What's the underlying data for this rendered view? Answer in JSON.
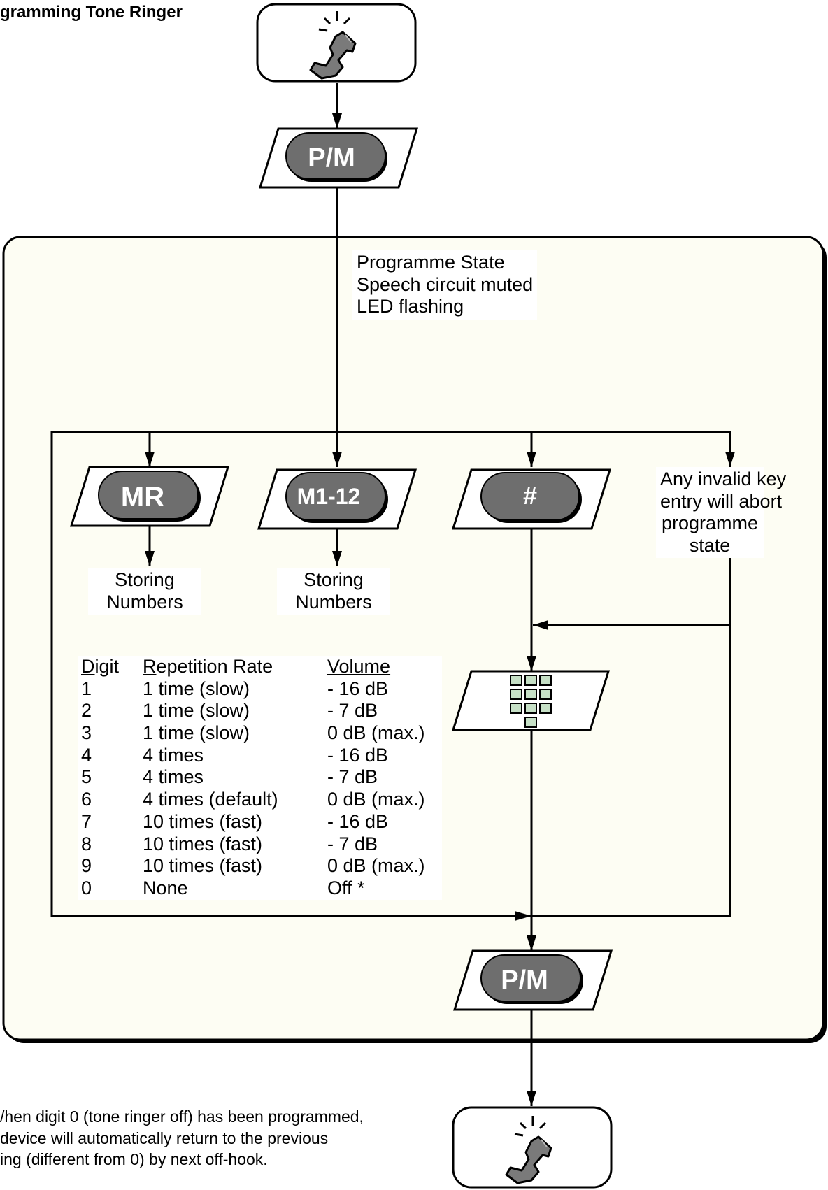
{
  "title": "gramming Tone Ringer",
  "keys": {
    "pm_top": "P/M",
    "mr": "MR",
    "m112": "M1-12",
    "hash": "#",
    "pm_bottom": "P/M"
  },
  "programme_state": [
    "Programme State",
    "Speech circuit muted",
    "LED flashing"
  ],
  "invalid_note": [
    "Any invalid key",
    "entry will abort",
    "programme",
    "state"
  ],
  "storing_mr": [
    "Storing",
    "Numbers"
  ],
  "storing_m112": [
    "Storing",
    "Numbers"
  ],
  "table": {
    "headers": [
      "Digit",
      "Repetition Rate",
      "Volume"
    ],
    "rows": [
      [
        "1",
        "1 time (slow)",
        "- 16 dB"
      ],
      [
        "2",
        "1 time (slow)",
        "- 7 dB"
      ],
      [
        "3",
        "1 time (slow)",
        "0 dB (max.)"
      ],
      [
        "4",
        "4 times",
        "- 16 dB"
      ],
      [
        "5",
        "4 times",
        "- 7 dB"
      ],
      [
        "6",
        "4 times (default)",
        "0 dB (max.)"
      ],
      [
        "7",
        "10 times (fast)",
        "- 16 dB"
      ],
      [
        "8",
        "10 times (fast)",
        "- 7 dB"
      ],
      [
        "9",
        "10 times (fast)",
        "0 dB (max.)"
      ],
      [
        "0",
        "None",
        "Off *"
      ]
    ]
  },
  "footnote": [
    "/hen digit 0 (tone ringer off) has been programmed,",
    "device will automatically return to the previous",
    "ing (different from 0) by next off-hook."
  ],
  "icons": {
    "handset_top": "phone-handset-ringing-icon",
    "handset_bottom": "phone-handset-ringing-icon",
    "keypad": "keypad-icon"
  },
  "colors": {
    "panel": "#fdfdf3",
    "key": "#6e6e6e",
    "keypad_cell": "#c6e0c6"
  }
}
